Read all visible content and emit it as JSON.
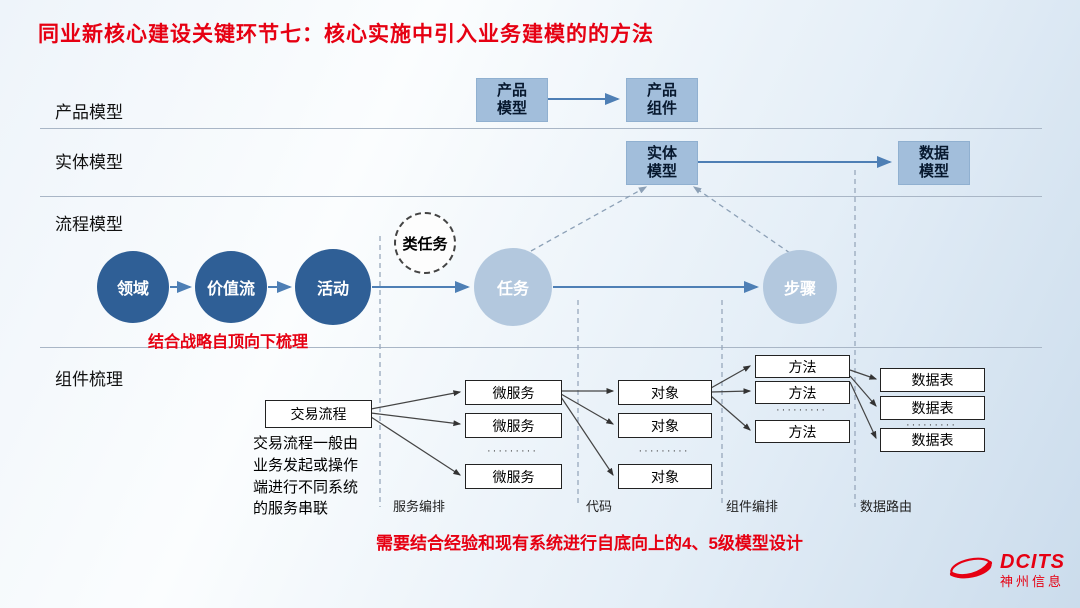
{
  "title": "同业新核心建设关键环节七：核心实施中引入业务建模的的方法",
  "lanes": {
    "product_label": "产品模型",
    "entity_label": "实体模型",
    "process_label": "流程模型",
    "component_label": "组件梳理"
  },
  "product_row": {
    "product_model": "产品\n模型",
    "product_component": "产品\n组件"
  },
  "entity_row": {
    "entity_model": "实体\n模型",
    "data_model": "数据\n模型"
  },
  "process_row": {
    "circles": [
      {
        "label": "领域"
      },
      {
        "label": "价值流"
      },
      {
        "label": "活动"
      },
      {
        "label": "任务"
      },
      {
        "label": "步骤"
      }
    ],
    "dashed_circle": "类任务",
    "note": "结合战略自顶向下梳理"
  },
  "component_row": {
    "transaction": "交易流程",
    "microservices": [
      "微服务",
      "微服务",
      "微服务"
    ],
    "objects": [
      "对象",
      "对象",
      "对象"
    ],
    "methods": [
      "方法",
      "方法",
      "方法"
    ],
    "tables": [
      "数据表",
      "数据表",
      "数据表"
    ],
    "dots": "·········",
    "description": "交易流程一般由\n业务发起或操作\n端进行不同系统\n的服务串联",
    "lane_labels": [
      "服务编排",
      "代码",
      "组件编排",
      "数据路由"
    ]
  },
  "bottom_note": "需要结合经验和现有系统进行自底向上的4、5级模型设计",
  "logo": {
    "brand": "DCITS",
    "company": "神州信息"
  },
  "colors": {
    "accent_red": "#e60012",
    "dark_circle": "#2f5f96",
    "light_circle": "#b3c8de",
    "box_blue": "#a2bedb",
    "line_blue": "#4e7fb5"
  }
}
